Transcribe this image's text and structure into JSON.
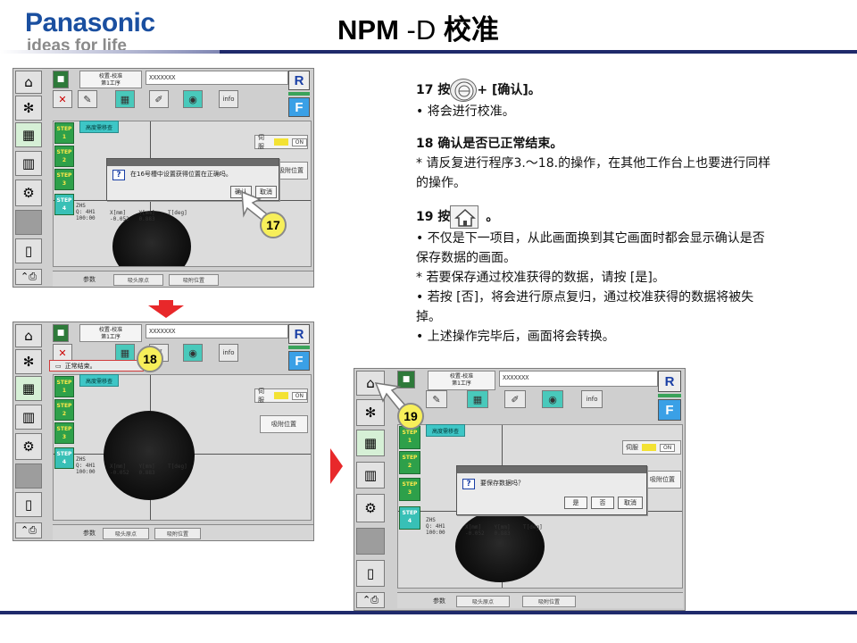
{
  "header": {
    "brand": "Panasonic",
    "tagline": "ideas for life",
    "title_part1": "NPM",
    "title_part2": " -D ",
    "title_part3": "校准"
  },
  "instructions": {
    "s17_head_a": "17 按",
    "s17_head_b": "+ [确认]。",
    "s17_b1": "• 将会进行校准。",
    "s18_head": "18 确认是否已正常结束。",
    "s18_b1": "* 请反复进行程序3.～18.的操作，在其他工作台上也要进行同样的操作。",
    "s19_head_a": "19 按",
    "s19_head_b": "。",
    "s19_b1": "• 不仅是下一项目，从此画面换到其它画面时都会显示确认是否保存数据的画面。",
    "s19_b2": "* 若要保存通过校准获得的数据，请按 [是]。",
    "s19_b3": "• 若按 [否]，将会进行原点复归，通过校准获得的数据将被失掉。",
    "s19_b4": "• 上述操作完毕后，画面将会转换。"
  },
  "screen_common": {
    "title_line1": "校置-校准",
    "title_line2": "第1工序",
    "file_name": "XXXXXXX",
    "cam_label": "高度需移查",
    "fusho": "伺服",
    "fusho_state": "ON",
    "side_button": "吸附位置",
    "step_label": "STEP",
    "steps": [
      "1",
      "2",
      "3",
      "4"
    ],
    "r_label": "R",
    "f_label": "F",
    "info_label": "info",
    "bottom_label": "参数",
    "bottom_btn1": "吸头原点",
    "bottom_btn2": "吸附位置",
    "readout_head": "X[mm]    Y[mm]    T[deg]",
    "readout_vals": "-0.052   0.883",
    "readout_left": "ZHS\nQ: 4H1\n100:00"
  },
  "screens": {
    "s17": {
      "dialog_msg": "在16号槽中设置获得位置在正确吗。",
      "btn_ok": "确认",
      "btn_cancel": "取消",
      "callout": "17"
    },
    "s18": {
      "message": "正常结束。",
      "callout": "18"
    },
    "s19": {
      "dialog_msg": "要保存数据吗？",
      "btn_yes": "是",
      "btn_no": "否",
      "btn_cancel": "取消",
      "callout": "19"
    }
  },
  "colors": {
    "brand_blue": "#1a4fa0",
    "rule_navy": "#1f2a6b",
    "callout_yellow": "#f7ef5a",
    "arrow_red": "#e8282a",
    "step_green": "#2ea04a",
    "teal": "#3cc7b8"
  },
  "icons": [
    "home-icon",
    "fan-icon",
    "board-icon",
    "chart-icon",
    "tool-icon",
    "gray-icon",
    "door-icon",
    "grid-icon",
    "wrench-icon",
    "camera-icon",
    "question-icon"
  ]
}
